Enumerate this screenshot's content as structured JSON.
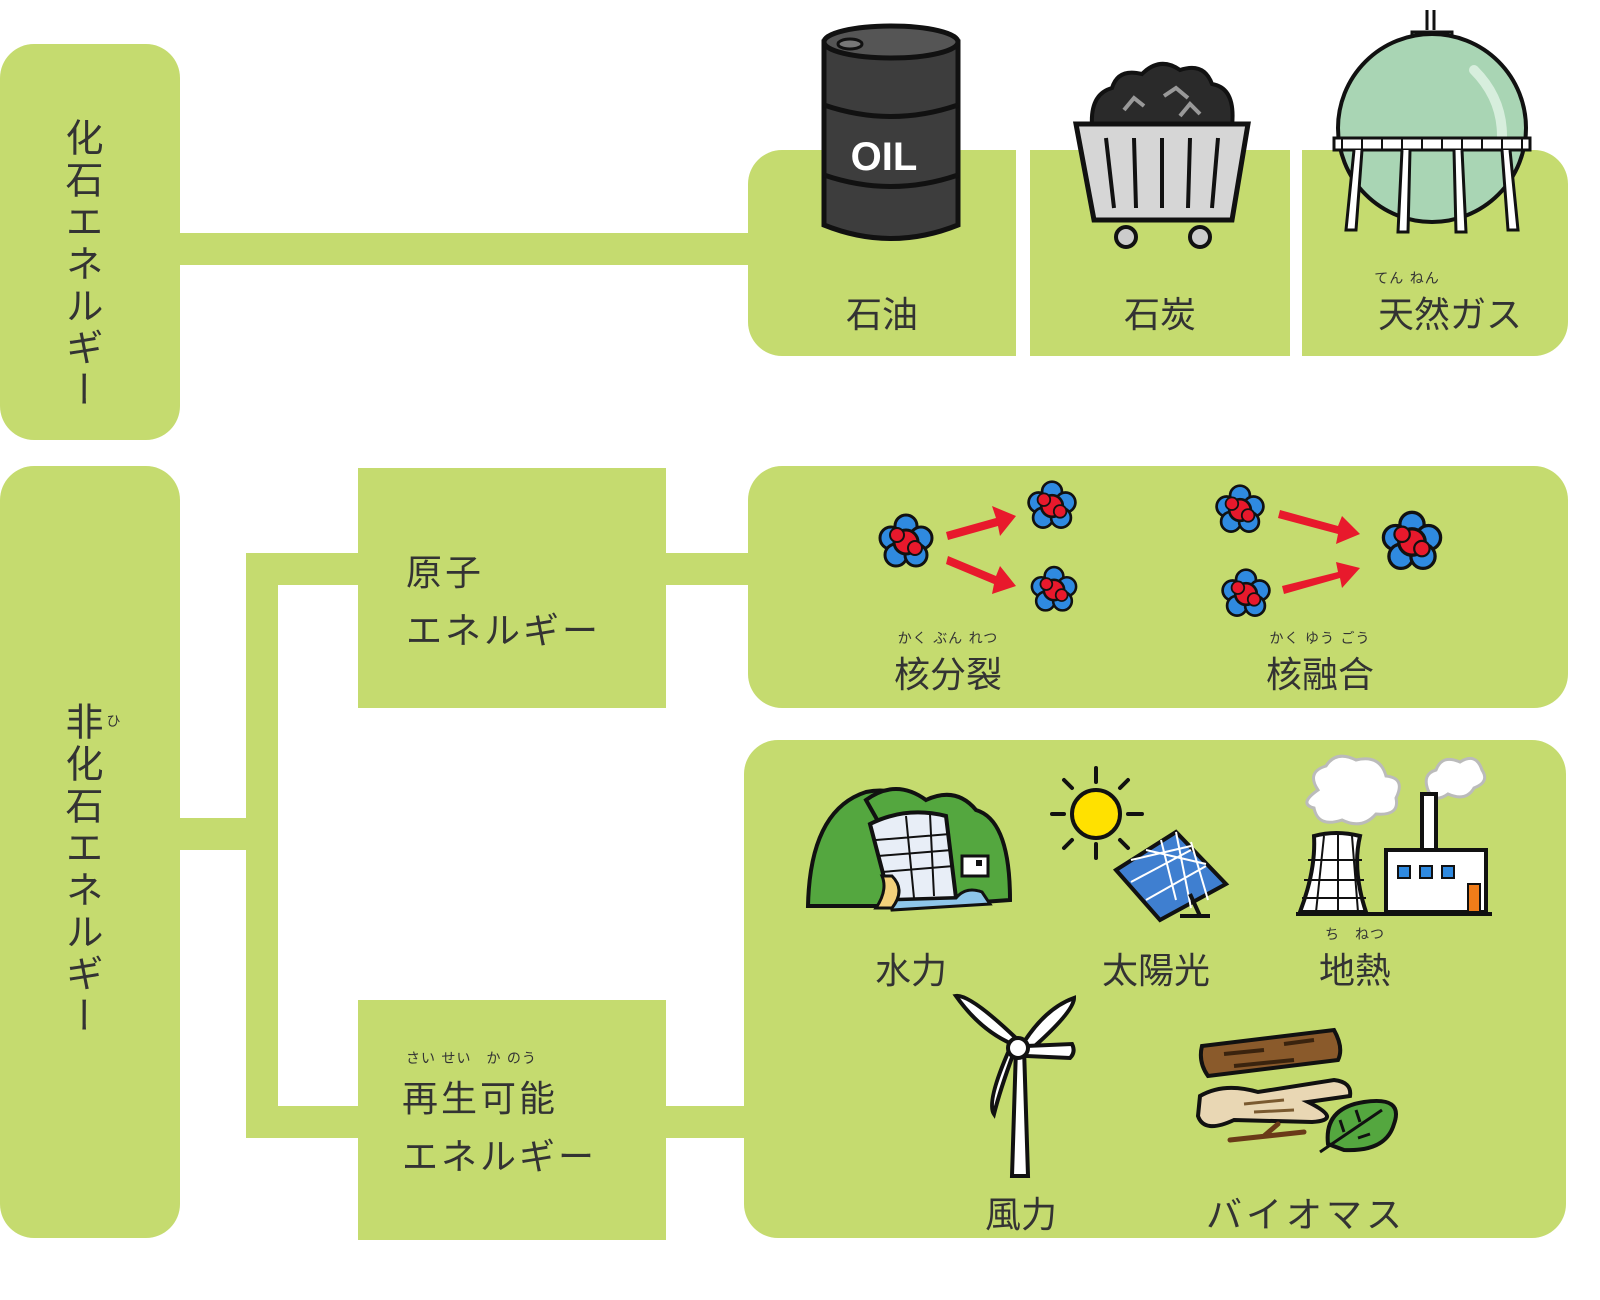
{
  "fossil": {
    "category": "化石エネルギー",
    "items": [
      {
        "label": "石油",
        "ruby": "",
        "icon": "oil-drum-icon"
      },
      {
        "label": "石炭",
        "ruby": "",
        "icon": "coal-cart-icon"
      },
      {
        "label": "天然ガス",
        "ruby": "てん ねん",
        "icon": "gas-tank-icon"
      }
    ],
    "oil_drum_text": "OIL"
  },
  "nonfossil": {
    "category": "非化石エネルギー",
    "category_ruby": "ひ",
    "nuclear": {
      "title_line1": "原子",
      "title_line2": "エネルギー",
      "items": [
        {
          "label": "核分裂",
          "ruby": "かく ぶん れつ",
          "icon": "nuclear-fission-icon"
        },
        {
          "label": "核融合",
          "ruby": "かく ゆう ごう",
          "icon": "nuclear-fusion-icon"
        }
      ]
    },
    "renewable": {
      "title_ruby": "さい せい　か のう",
      "title_line1": "再生可能",
      "title_line2": "エネルギー",
      "items": [
        {
          "label": "水力",
          "ruby": "",
          "icon": "hydro-dam-icon"
        },
        {
          "label": "太陽光",
          "ruby": "",
          "icon": "solar-panel-icon"
        },
        {
          "label": "地熱",
          "ruby": "ち　ねつ",
          "icon": "geothermal-plant-icon"
        },
        {
          "label": "風力",
          "ruby": "",
          "icon": "wind-turbine-icon"
        },
        {
          "label": "バイオマス",
          "ruby": "",
          "icon": "biomass-icon"
        }
      ]
    }
  },
  "colors": {
    "box": "#c5db6f",
    "proton": "#e8192c",
    "neutron": "#2f8ae0",
    "arrow": "#e8192c"
  }
}
